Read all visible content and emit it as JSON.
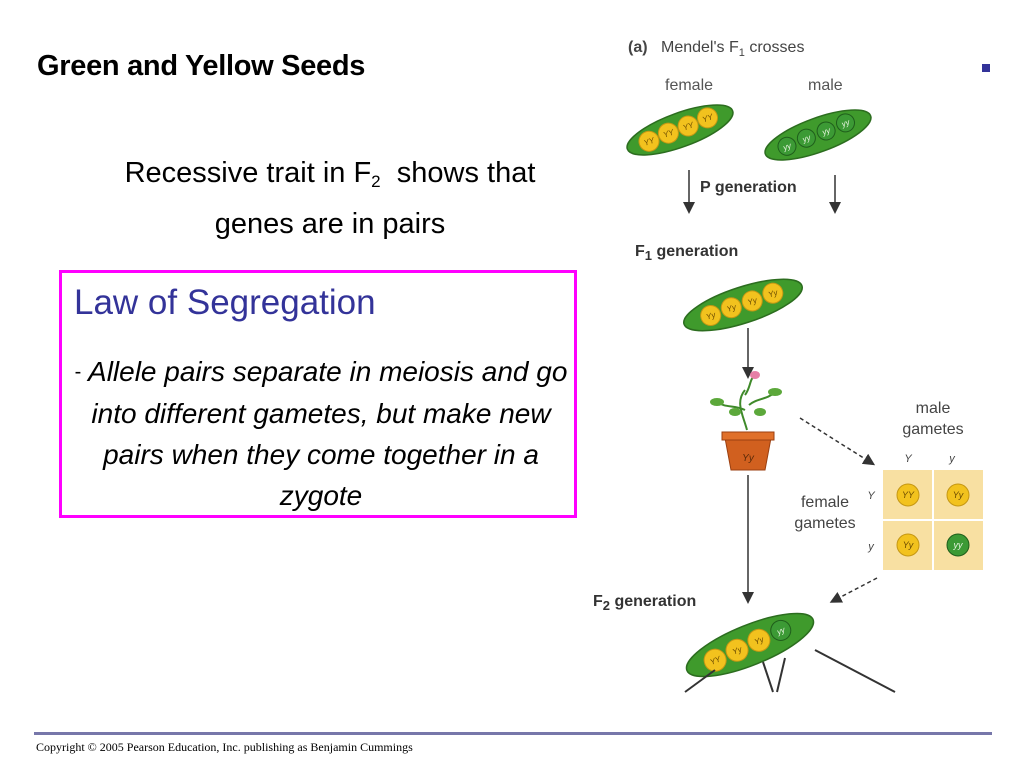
{
  "slide": {
    "title": "Green and Yellow Seeds",
    "subtitle_line1_pre": "Recessive trait in F",
    "subtitle_line1_sub": "2",
    "subtitle_line1_post": "  shows that",
    "subtitle_line2": "genes are in pairs",
    "law_heading": "Law of Segregation",
    "law_dash": "-",
    "law_text": "Allele pairs separate in meiosis and go into different gametes, but make new pairs when they come together in a zygote",
    "copyright": "Copyright © 2005 Pearson Education, Inc. publishing as Benjamin Cummings"
  },
  "figure": {
    "panel_label": "(a)",
    "panel_title_pre": "Mendel's F",
    "panel_title_sub": "1",
    "panel_title_post": " crosses",
    "female_label": "female",
    "male_label": "male",
    "p_generation": "P generation",
    "f1_prefix": "F",
    "f1_sub": "1",
    "f1_suffix": " generation",
    "f2_prefix": "F",
    "f2_sub": "2",
    "f2_suffix": " generation",
    "male_gametes_1": "male",
    "male_gametes_2": "gametes",
    "female_gametes_1": "female",
    "female_gametes_2": "gametes",
    "allele_dominant": "Y",
    "allele_recessive": "y",
    "female_pod": [
      "YY",
      "YY",
      "YY",
      "YY"
    ],
    "male_pod": [
      "yy",
      "yy",
      "yy",
      "yy"
    ],
    "f1_pod": [
      "Yy",
      "Yy",
      "Yy",
      "Yy"
    ],
    "pot_label": "Yy",
    "punnett": [
      "YY",
      "Yy",
      "Yy",
      "yy"
    ],
    "f2_pod": [
      "YY",
      "Yy",
      "Yy",
      "yy"
    ]
  },
  "colors": {
    "law_border": "#ff00ff",
    "law_heading": "#333399",
    "pod_green": "#3f9a2c",
    "seed_yellow": "#f2c21e",
    "seed_green": "#3c9a35",
    "punnett_bg": "#f8e0a2"
  }
}
